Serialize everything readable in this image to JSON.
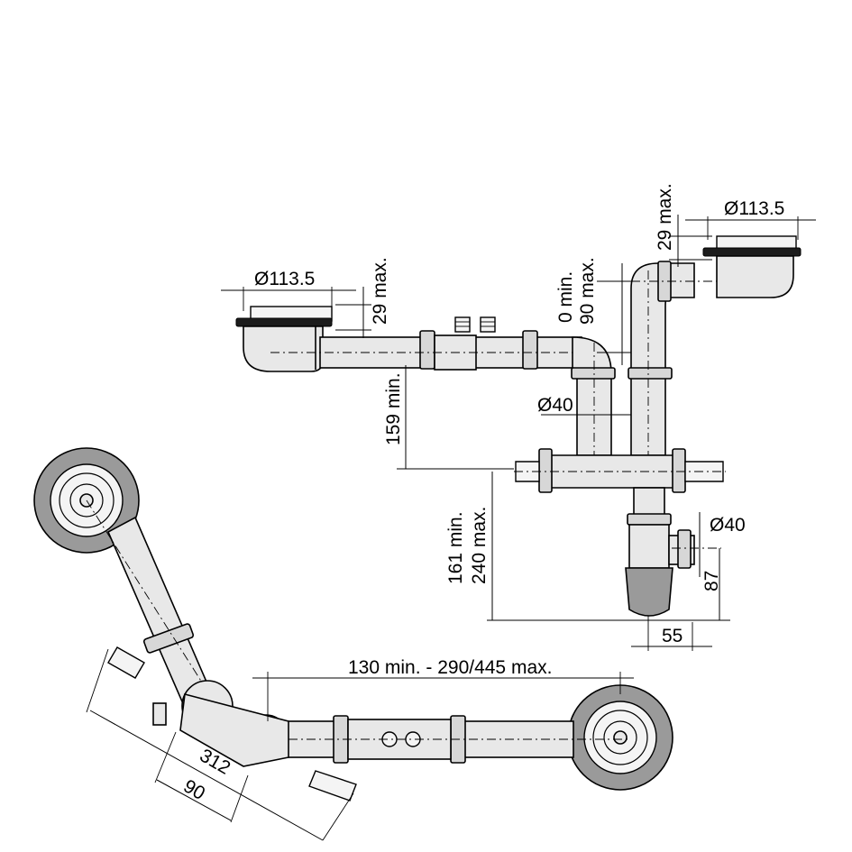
{
  "dimensions": {
    "left_strainer_diameter": "Ø113.5",
    "right_strainer_diameter": "Ø113.5",
    "left_flange_height": "29 max.",
    "right_flange_height": "29 max.",
    "elbow_offset_min": "0 min.",
    "elbow_offset_max": "90 max.",
    "branch_height": "159 min.",
    "branch_pipe_diameter": "Ø40",
    "outlet_height_min": "161 min.",
    "outlet_height_max": "240 max.",
    "outlet_diameter": "Ø40",
    "outlet_center_height": "87",
    "trap_offset": "55",
    "plan_span": "130 min. - 290/445 max.",
    "plan_length": "312",
    "plan_offset": "90"
  }
}
